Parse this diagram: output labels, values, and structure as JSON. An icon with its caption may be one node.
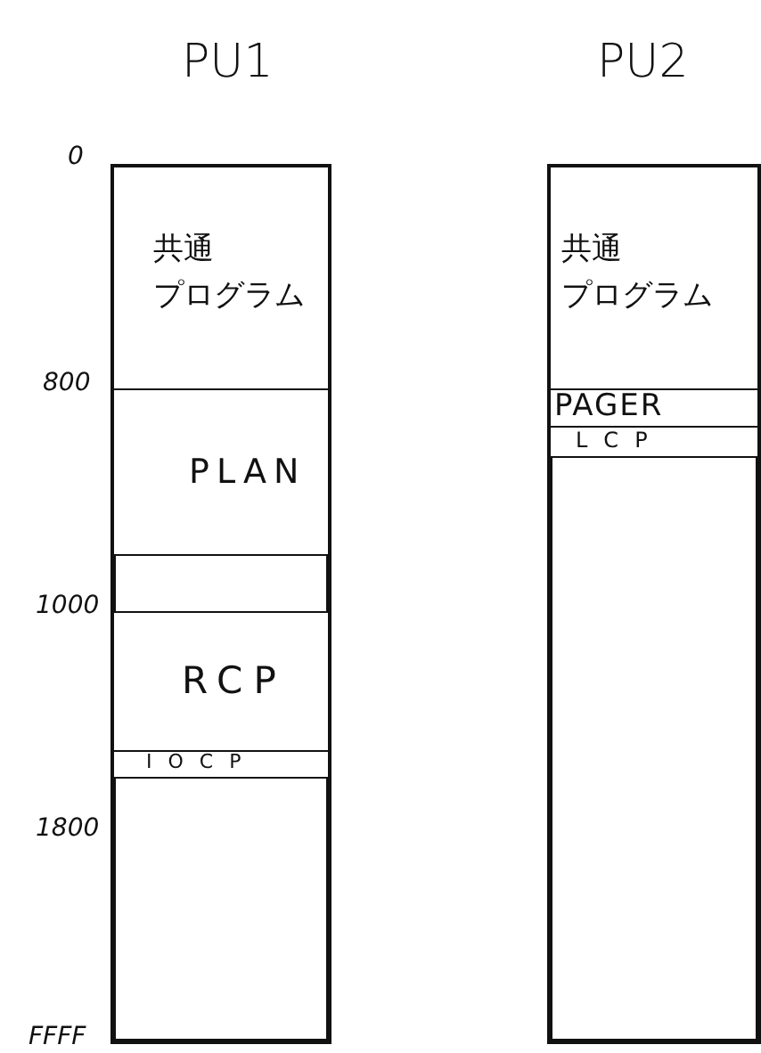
{
  "diagram": {
    "nodes": [
      {
        "text": [
          "PU1"
        ]
      },
      {
        "text": [
          "共通プログラム"
        ],
        "in": 0
      },
      {
        "text": [
          "PLAN"
        ],
        "in": 0
      },
      {
        "text": [],
        "shape": "box",
        "in": 0
      },
      {
        "text": [
          "RCP"
        ],
        "in": 0
      },
      {
        "text": [
          "IOCP"
        ],
        "in": 0
      },
      {
        "text": [],
        "shape": "box",
        "in": 0
      },
      {
        "text": [
          "PU2"
        ]
      },
      {
        "text": [
          "共通プログラム"
        ],
        "in": 7
      },
      {
        "text": [
          "PAGER"
        ],
        "in": 7
      },
      {
        "text": [
          "LCP"
        ],
        "in": 7
      },
      {
        "text": [],
        "shape": "box",
        "in": 7
      }
    ],
    "labels": [
      "0",
      "800",
      "1000",
      "1800",
      "FFFF"
    ]
  }
}
